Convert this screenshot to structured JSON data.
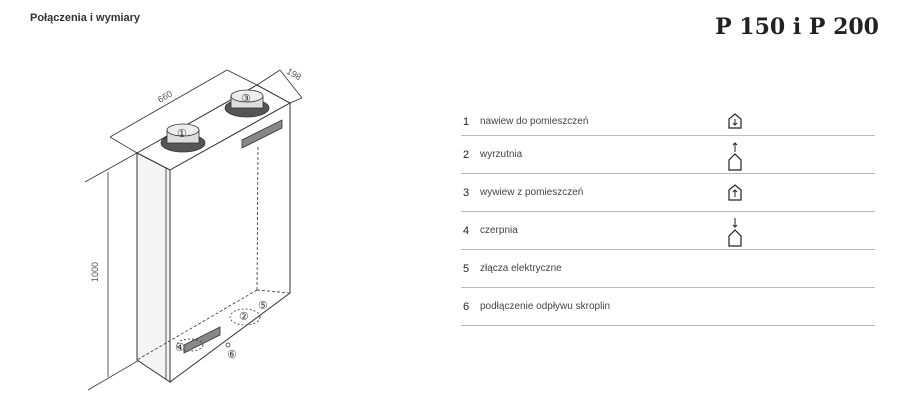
{
  "section_title": "Połączenia i wymiary",
  "model_title": "P 150 i P 200",
  "drawing": {
    "dimensions": {
      "width": "660",
      "depth": "198",
      "height": "1000"
    },
    "callouts": [
      "①",
      "②",
      "③",
      "④",
      "⑤",
      "⑥"
    ]
  },
  "legend": [
    {
      "num": "1",
      "label": "nawiew do pomieszczeń",
      "icon": "house-arrow-down-inside-icon"
    },
    {
      "num": "2",
      "label": "wyrzutnia",
      "icon": "house-arrow-up-outside-icon"
    },
    {
      "num": "3",
      "label": "wywiew z pomieszczeń",
      "icon": "house-arrow-up-inside-icon"
    },
    {
      "num": "4",
      "label": "czerpnia",
      "icon": "house-arrow-down-outside-icon"
    },
    {
      "num": "5",
      "label": "złącza elektryczne",
      "icon": ""
    },
    {
      "num": "6",
      "label": "podłączenie odpływu skroplin",
      "icon": ""
    }
  ]
}
